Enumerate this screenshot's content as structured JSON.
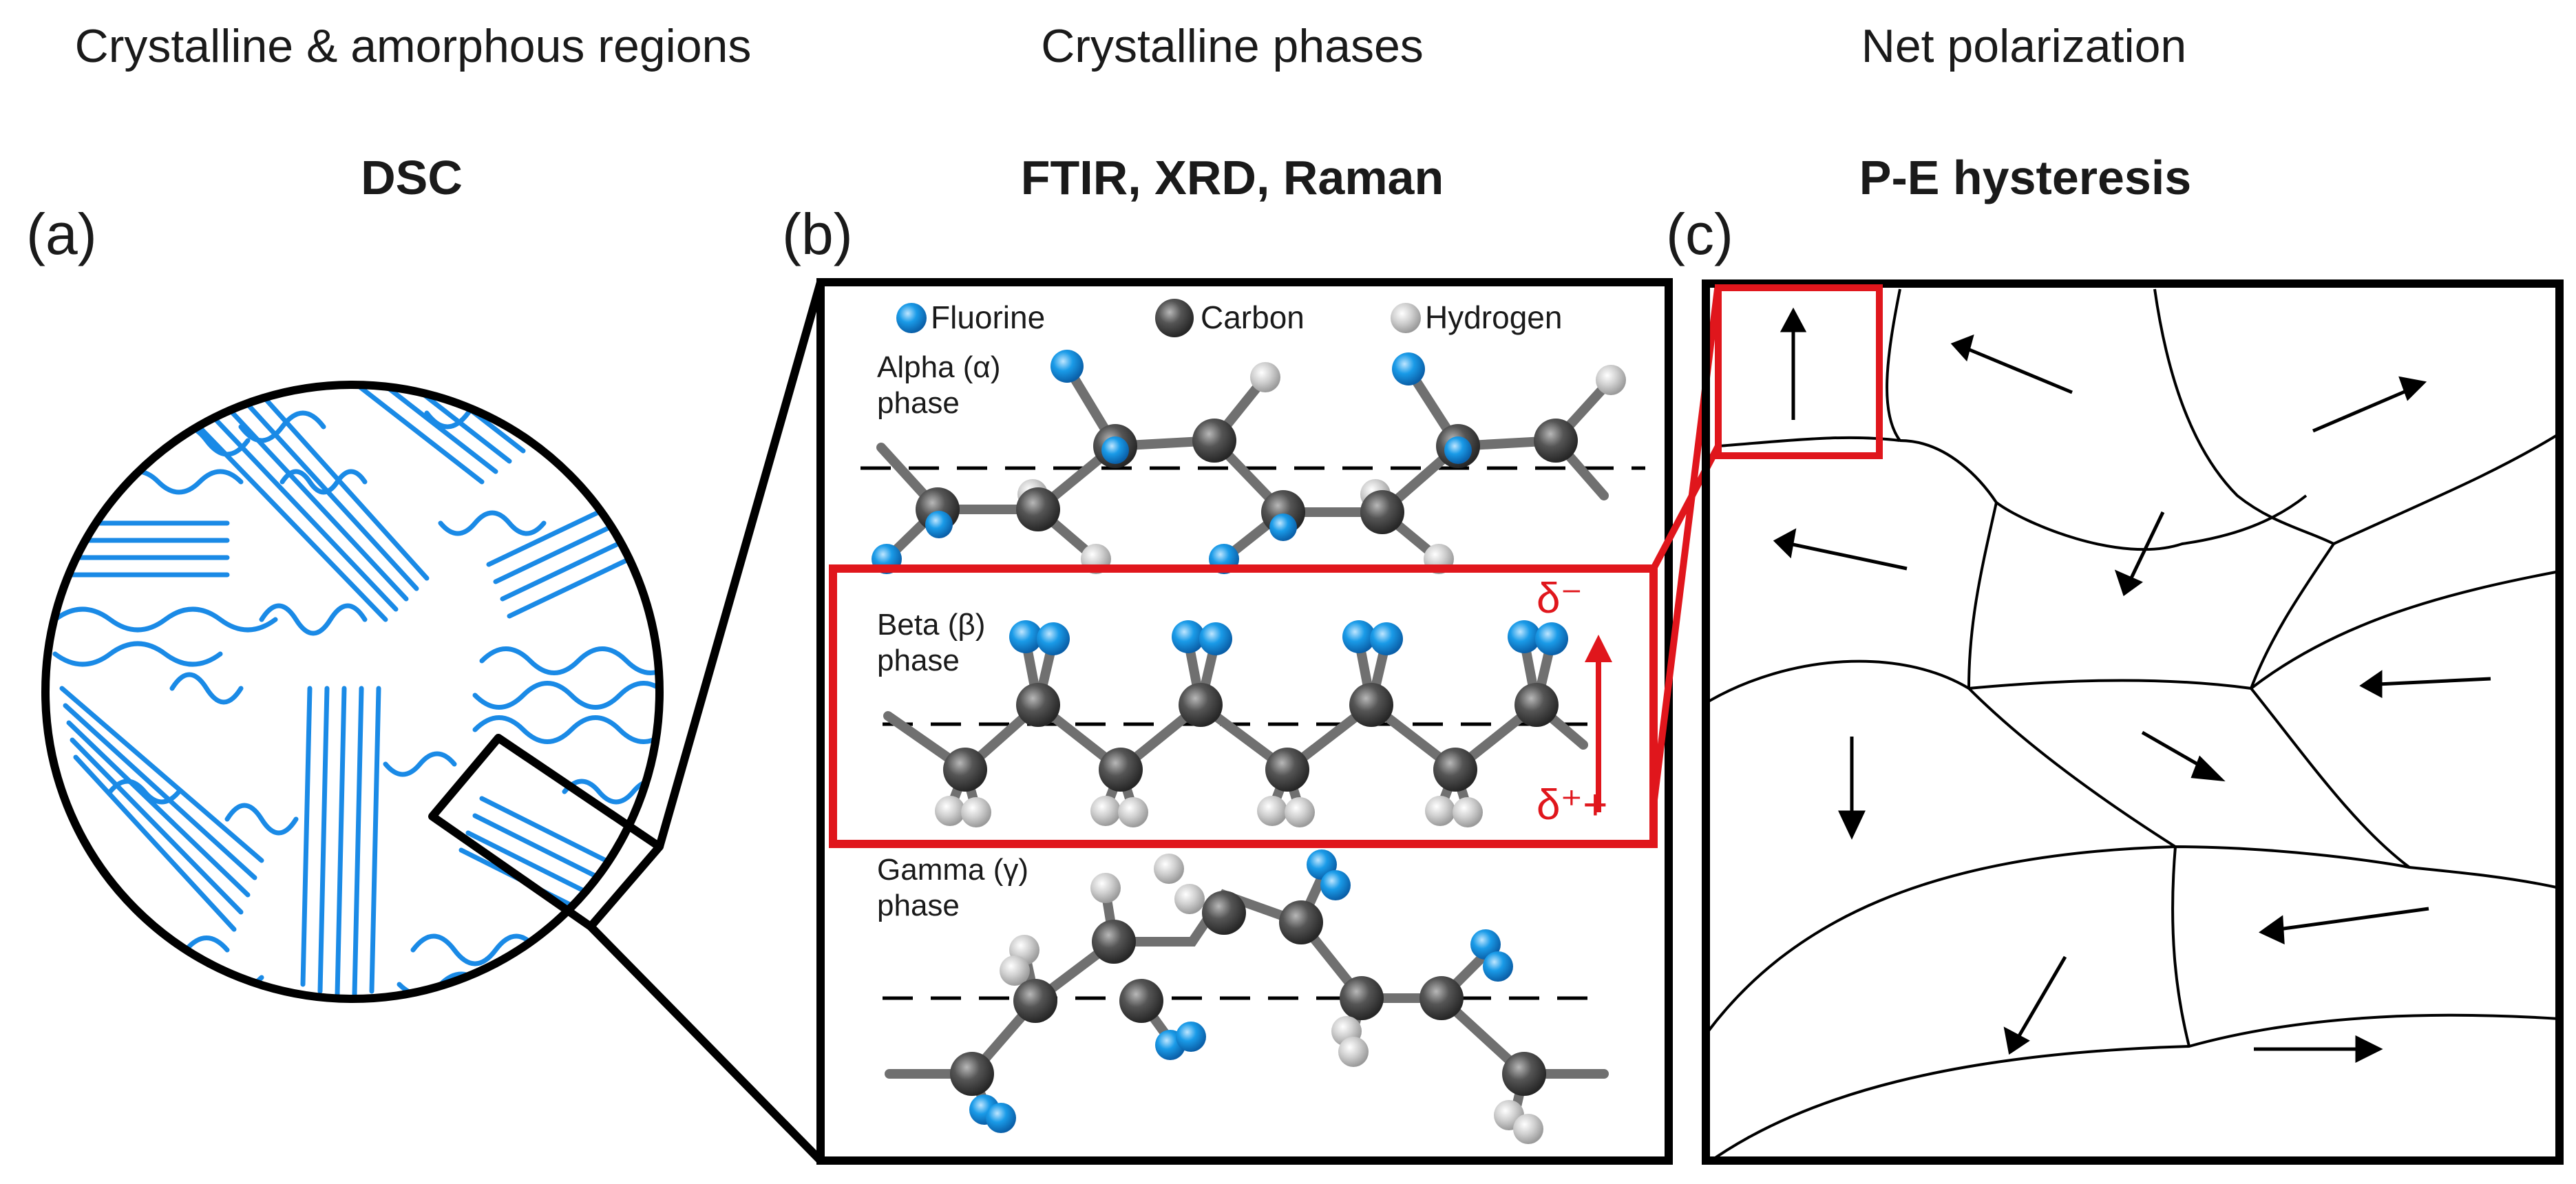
{
  "columns": [
    {
      "heading": "Crystalline & amorphous regions",
      "method": "DSC",
      "panel": "(a)"
    },
    {
      "heading": "Crystalline phases",
      "method": "FTIR, XRD, Raman",
      "panel": "(b)"
    },
    {
      "heading": "Net polarization",
      "method": "P-E hysteresis",
      "panel": "(c)"
    }
  ],
  "legend": {
    "fluorine": "Fluorine",
    "carbon": "Carbon",
    "hydrogen": "Hydrogen"
  },
  "phases": {
    "alpha": "Alpha (α)\nphase",
    "beta": "Beta (β)\nphase",
    "gamma": "Gamma (γ)\nphase"
  },
  "dipole": {
    "negative": "δ⁻",
    "positive": "δ⁺+"
  },
  "colors": {
    "fluorine": "#1a9be8",
    "carbon": "#555555",
    "hydrogen": "#c8c8c8",
    "highlight": "#e0161c",
    "lamella": "#1a8ae6"
  }
}
